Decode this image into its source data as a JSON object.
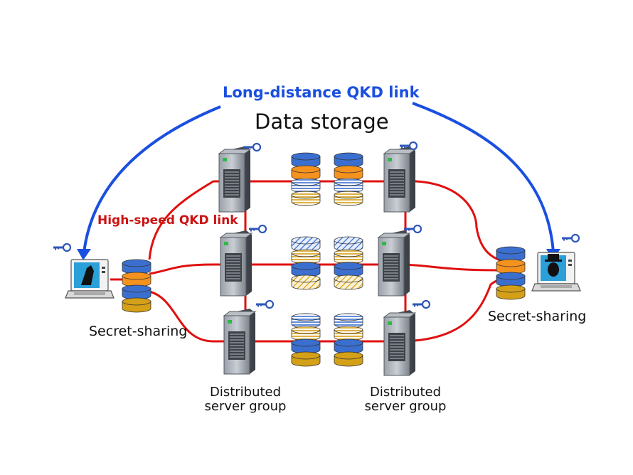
{
  "labels": {
    "long_distance_link": "Long-distance QKD link",
    "data_storage": "Data storage",
    "high_speed_link": "High-speed QKD link",
    "secret_sharing_left": "Secret-sharing",
    "secret_sharing_right": "Secret-sharing",
    "server_group_left_line1": "Distributed",
    "server_group_left_line2": "server group",
    "server_group_right_line1": "Distributed",
    "server_group_right_line2": "server group"
  },
  "colors": {
    "long_link": "#1a4fe0",
    "qkd_link": "#e01010",
    "share_blue": "#3b6fcf",
    "share_orange": "#f5921e",
    "share_gold": "#d4a017",
    "key_blue": "#2e57b8"
  },
  "icons": {
    "server": "server-tower-icon",
    "key": "key-icon",
    "user_terminal": "laptop-user-icon",
    "storage_share": "database-disk-icon"
  }
}
